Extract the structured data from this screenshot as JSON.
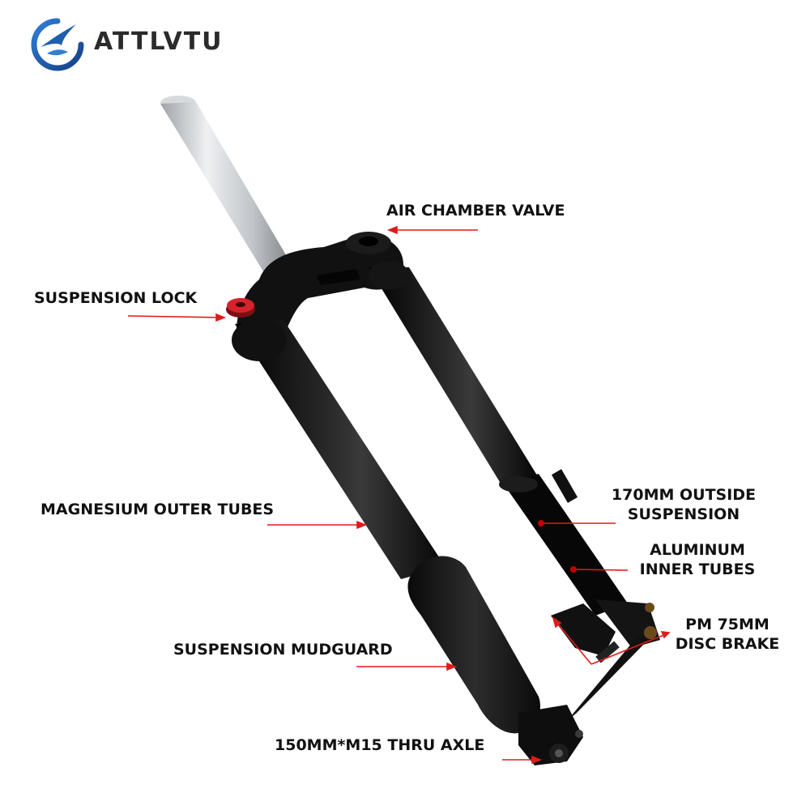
{
  "brand": {
    "name": "ATTLVTU",
    "logo_icon": "swallow-logo-icon",
    "colors": {
      "logo_blue": "#1e5fae",
      "text": "#2b2b2b"
    }
  },
  "callouts": {
    "air_chamber_valve": "AIR CHAMBER VALVE",
    "suspension_lock": "SUSPENSION LOCK",
    "magnesium_outer_tubes": "MAGNESIUM OUTER TUBES",
    "outside_suspension_line1": "170MM OUTSIDE",
    "outside_suspension_line2": "SUSPENSION",
    "aluminum_line1": "ALUMINUM",
    "aluminum_line2": "INNER TUBES",
    "disc_brake_line1": "PM 75MM",
    "disc_brake_line2": "DISC BRAKE",
    "suspension_mudguard": "SUSPENSION MUDGUARD",
    "thru_axle": "150MM*M15 THRU AXLE"
  },
  "colors": {
    "arrow_red": "#e01b1b",
    "fork_black": "#0d0d0d",
    "steerer_silver": "#c9ccd0",
    "lock_red": "#d4232b"
  }
}
